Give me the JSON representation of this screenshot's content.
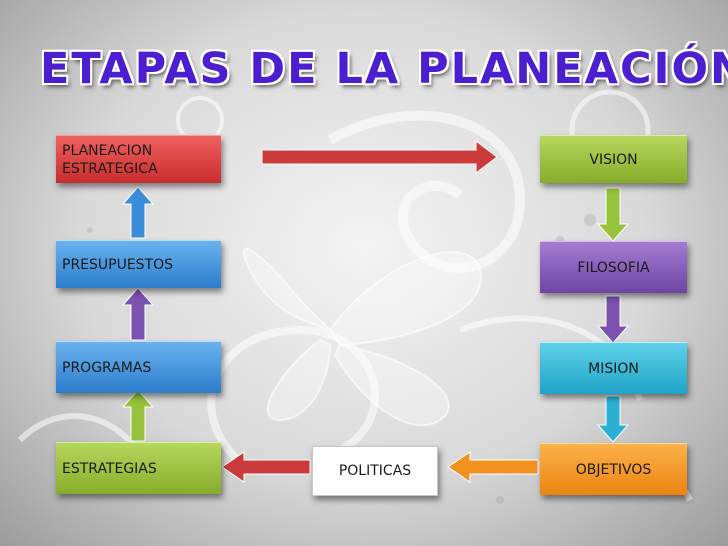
{
  "title": "ETAPAS DE LA PLANEACIÓN",
  "nodes": {
    "planeacion": "PLANEACION\nESTRATEGICA",
    "vision": "VISION",
    "presupuestos": "PRESUPUESTOS",
    "filosofia": "FILOSOFIA",
    "programas": "PROGRAMAS",
    "mision": "MISION",
    "estrategias": "ESTRATEGIAS",
    "politicas": "POLITICAS",
    "objetivos": "OBJETIVOS"
  },
  "colors": {
    "title": "#4b1fd0",
    "planeacion": "#d93a3a",
    "vision": "#96bd3c",
    "presupuestos": "#3a8dd8",
    "filosofia": "#7b52b0",
    "programas": "#3a8dd8",
    "mision": "#2cb1d6",
    "estrategias": "#96bd3c",
    "politicas": "#ffffff",
    "objetivos": "#f29020"
  }
}
